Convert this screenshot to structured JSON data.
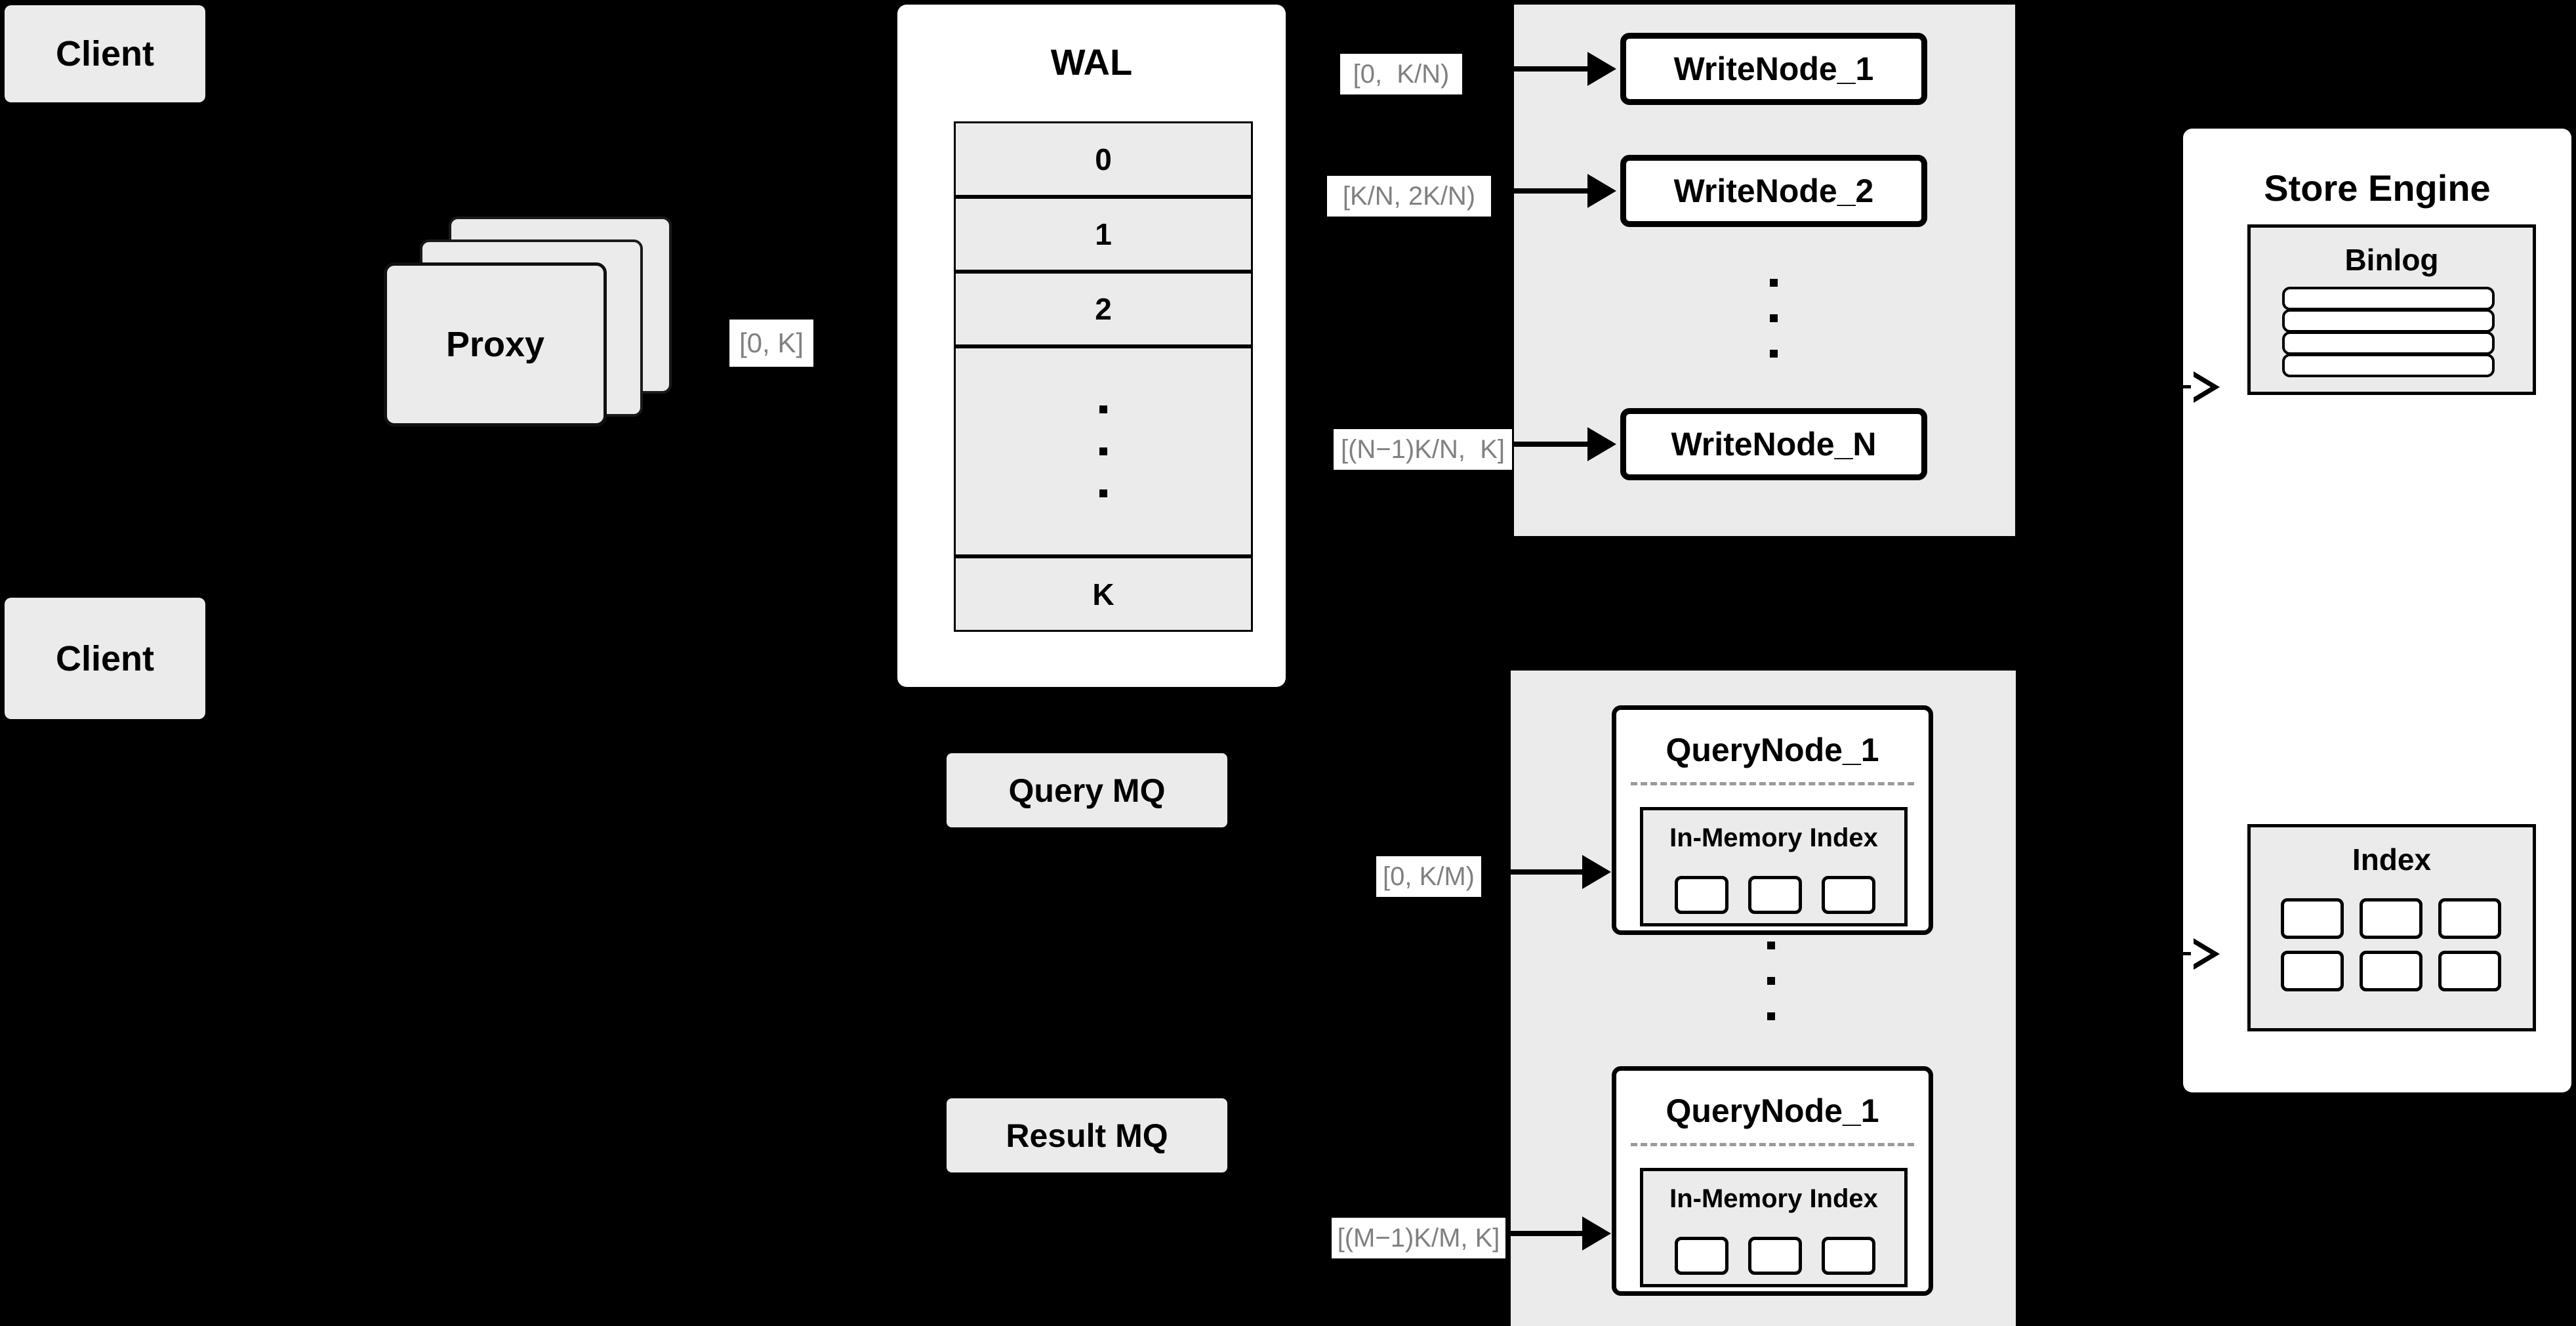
{
  "diagram": {
    "title": "Distributed vector database write/query architecture",
    "background_color": "#000000",
    "node_fill": "#ebebeb",
    "panel_fill": "#ffffff",
    "label_text_color": "#808080",
    "stroke_color": "#000000"
  },
  "clients": [
    {
      "label": "Client"
    },
    {
      "label": "Client"
    }
  ],
  "proxy": {
    "label": "Proxy",
    "stack_count": 3
  },
  "wal": {
    "title": "WAL",
    "entries": [
      "0",
      "1",
      "2",
      "",
      "K"
    ],
    "ellipsis_row_index": 3
  },
  "write_group": {
    "nodes": [
      {
        "label": "WriteNode_1"
      },
      {
        "label": "WriteNode_2"
      },
      {
        "label": "WriteNode_N"
      }
    ],
    "ellipsis_between": true
  },
  "query_group": {
    "nodes": [
      {
        "label": "QueryNode_1",
        "index_title": "In-Memory Index",
        "chip_count": 3
      },
      {
        "label": "QueryNode_1",
        "index_title": "In-Memory Index",
        "chip_count": 3
      }
    ],
    "ellipsis_between": true
  },
  "message_queues": [
    {
      "label": "Query MQ"
    },
    {
      "label": "Result MQ"
    }
  ],
  "store_engine": {
    "title": "Store Engine",
    "binlog": {
      "title": "Binlog",
      "row_count": 4
    },
    "index": {
      "title": "Index",
      "chip_count": 6
    }
  },
  "range_labels": {
    "proxy_to_wal": "[0, K]",
    "write_node_1": "[0,  K/N)",
    "write_node_2": "[K/N, 2K/N)",
    "write_node_n": "[(N−1)K/N,  K]",
    "query_node_1": "[0, K/M)",
    "query_node_m": "[(M−1)K/M, K]"
  }
}
